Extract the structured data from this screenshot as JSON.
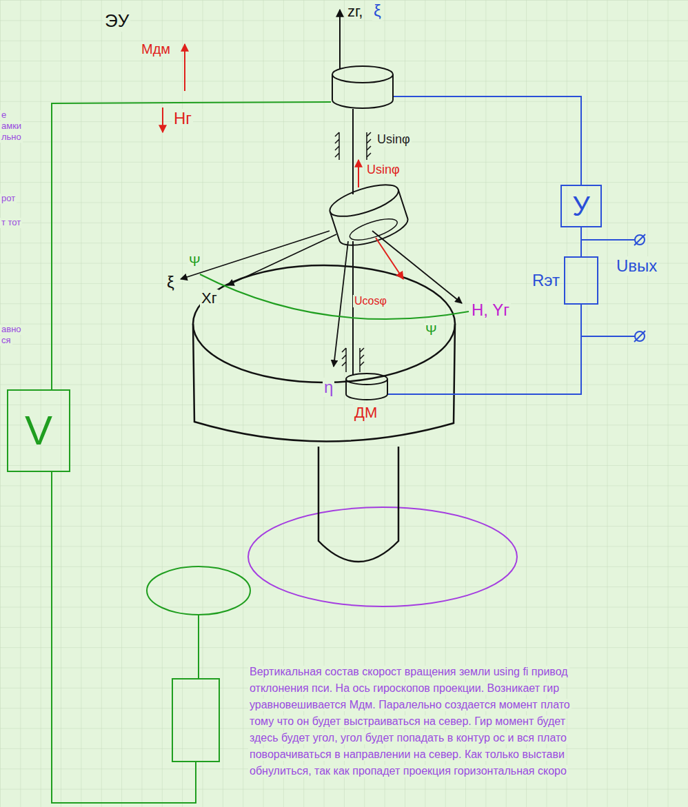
{
  "diagram": {
    "nodes": [
      {
        "text": [
          "V"
        ]
      },
      {
        "text": [
          "У"
        ]
      },
      {
        "text": [
          "Rэт"
        ]
      }
    ],
    "edges": [
      {
        "from": 1,
        "to": 2,
        "arrow": "none"
      }
    ],
    "labels": [
      "ЭУ",
      "zг,",
      "ξ",
      "Mдм",
      "Hг",
      "Usinφ",
      "Usinφ",
      "ξ",
      "Xг",
      "Ψ",
      "Ψ",
      "Ucosφ",
      "H, Yг",
      "η",
      "ДМ",
      "Uвых",
      "е",
      "амки",
      "льно",
      "рот",
      "т тот",
      "авно",
      "ся",
      "Вертикальная состав скорост вращения земли using fi привод",
      "отклонения пси. На ось гироскопов проекции. Возникает гир",
      "уравновешивается Мдм. Паралельно создается момент плато",
      "тому что он будет выстраиваться на север. Гир момент будет",
      "здесь будет угол, угол будет попадать в контур ос и вся плато",
      "поворачиваться в направлении на север. Как только выстави",
      "обнулиться, так как пропадет проекция горизонтальная скоро"
    ]
  }
}
